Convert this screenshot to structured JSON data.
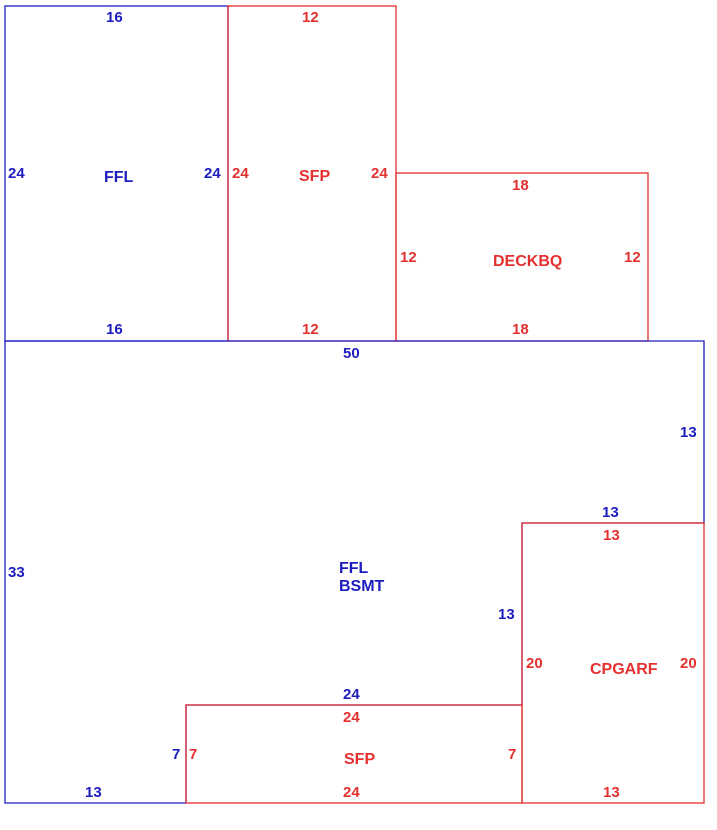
{
  "colors": {
    "primary": "#1d1dbf",
    "secondary": "#e53030",
    "background": "#ffffff"
  },
  "areas": {
    "ffl_top": {
      "label": "FFL",
      "top": "16",
      "bottom": "16",
      "left": "24",
      "right": "24"
    },
    "sfp_top": {
      "label": "SFP",
      "top": "12",
      "bottom": "12",
      "left": "24",
      "right": "24"
    },
    "deckbq": {
      "label": "DECKBQ",
      "top": "18",
      "bottom": "18",
      "left": "12",
      "right": "12"
    },
    "ffl_bsmt": {
      "label_line1": "FFL",
      "label_line2": "BSMT",
      "top": "50",
      "left": "33",
      "right_upper": "13",
      "notch_top": "13",
      "notch_side": "13",
      "bottom_left": "13",
      "bottom_mid": "24",
      "step": "7"
    },
    "cpgarf": {
      "label": "CPGARF",
      "top": "13",
      "bottom": "13",
      "left": "20",
      "right": "20"
    },
    "sfp_bottom": {
      "label": "SFP",
      "top": "24",
      "bottom": "24",
      "left": "7",
      "right": "7"
    }
  }
}
